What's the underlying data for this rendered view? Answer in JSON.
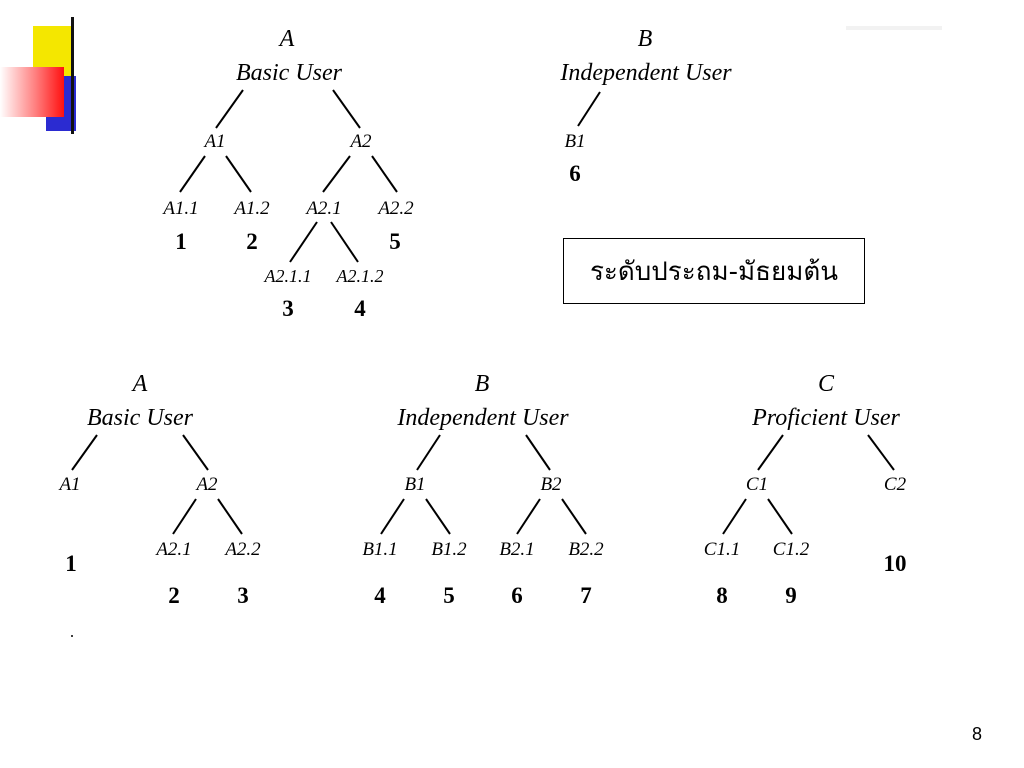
{
  "slide": {
    "thai_label": "ระดับประถม-มัธยมต้น",
    "page_number": "8"
  },
  "top_tree_a": {
    "level": "A",
    "title": "Basic User",
    "a1": "A1",
    "a2": "A2",
    "a1_1": "A1.1",
    "a1_2": "A1.2",
    "a2_1": "A2.1",
    "a2_2": "A2.2",
    "a2_1_1": "A2.1.1",
    "a2_1_2": "A2.1.2",
    "n_a1_1": "1",
    "n_a1_2": "2",
    "n_a2_2": "5",
    "n_a2_1_1": "3",
    "n_a2_1_2": "4"
  },
  "top_tree_b": {
    "level": "B",
    "title": "Independent User",
    "b1": "B1",
    "n_b1": "6"
  },
  "bottom_tree_a": {
    "level": "A",
    "title": "Basic User",
    "a1": "A1",
    "a2": "A2",
    "a2_1": "A2.1",
    "a2_2": "A2.2",
    "n_a1": "1",
    "n_a2_1": "2",
    "n_a2_2": "3"
  },
  "bottom_tree_b": {
    "level": "B",
    "title": "Independent User",
    "b1": "B1",
    "b2": "B2",
    "b1_1": "B1.1",
    "b1_2": "B1.2",
    "b2_1": "B2.1",
    "b2_2": "B2.2",
    "n_b1_1": "4",
    "n_b1_2": "5",
    "n_b2_1": "6",
    "n_b2_2": "7"
  },
  "bottom_tree_c": {
    "level": "C",
    "title": "Proficient User",
    "c1": "C1",
    "c2": "C2",
    "c1_1": "C1.1",
    "c1_2": "C1.2",
    "n_c1_1": "8",
    "n_c1_2": "9",
    "n_c2": "10"
  }
}
